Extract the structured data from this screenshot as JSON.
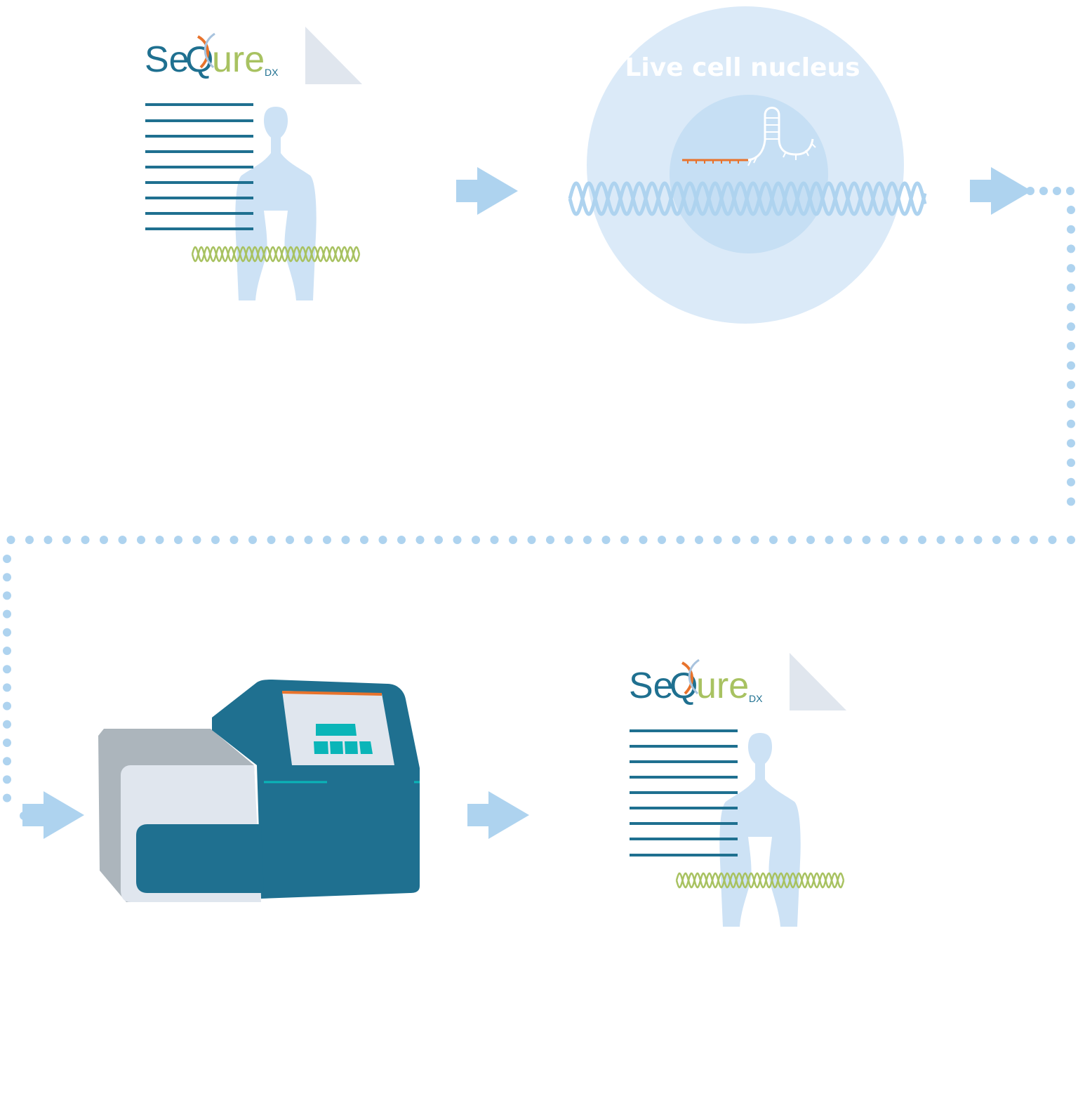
{
  "report_top": {
    "logo": {
      "se": "Se",
      "q": "Q",
      "ure": "ure",
      "dx": "DX"
    }
  },
  "nucleus": {
    "label": "Live cell nucleus"
  },
  "report_bottom": {
    "logo": {
      "se": "Se",
      "q": "Q",
      "ure": "ure",
      "dx": "DX"
    }
  },
  "colors": {
    "teal": "#1f7090",
    "green": "#a8c261",
    "orange": "#e8732c",
    "light_blue": "#aed3ef",
    "pale_blue": "#cde2f5",
    "nucleus_outer": "#dbeaf8",
    "nucleus_inner": "#c6dff4",
    "page_gray": "#e0e6ee",
    "machine_gray": "#acb5bc",
    "screen_green": "#0ab5b8"
  }
}
